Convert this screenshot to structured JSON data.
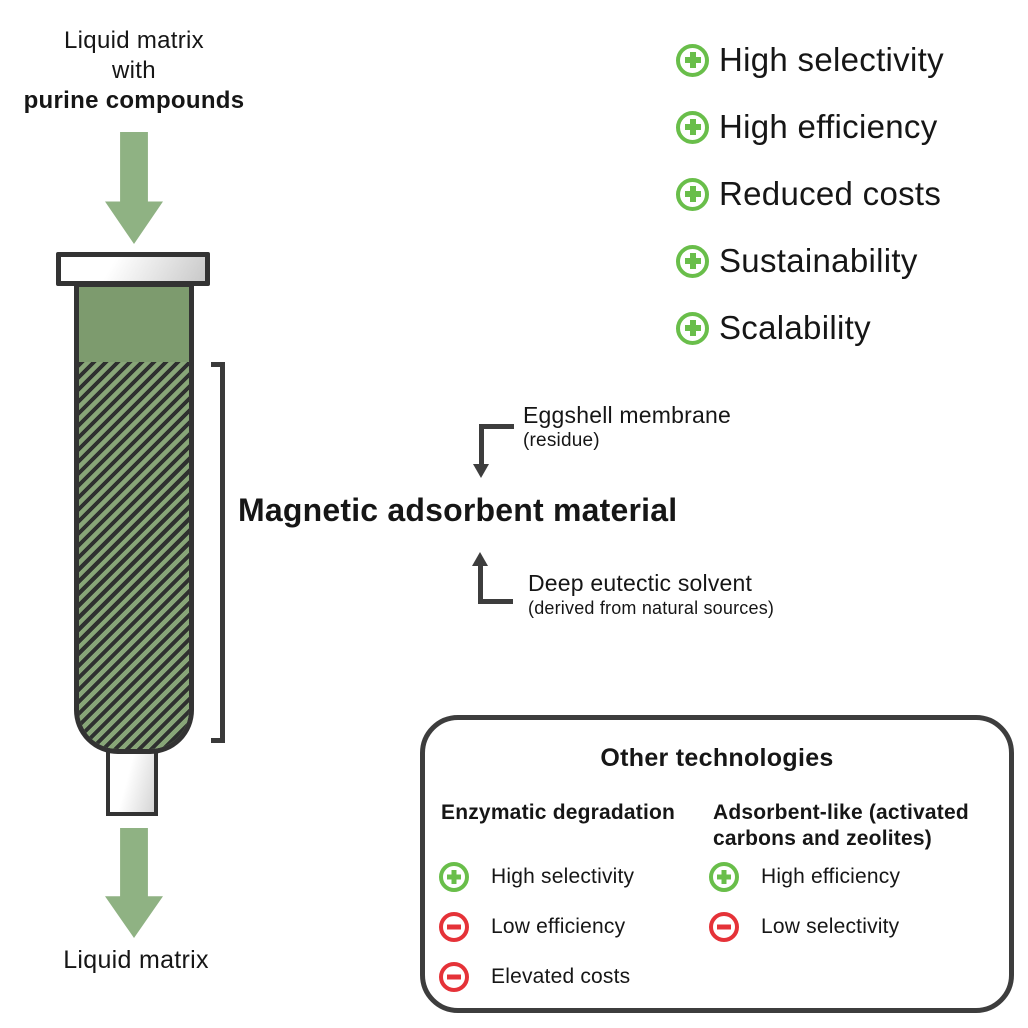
{
  "flow": {
    "input_line1": "Liquid matrix",
    "input_line2": "with",
    "input_line3": "purine compounds",
    "output_label": "Liquid matrix"
  },
  "column": {
    "label": "Magnetic adsorbent material",
    "component_top": {
      "name": "Eggshell membrane",
      "note": "(residue)"
    },
    "component_bottom": {
      "name": "Deep eutectic solvent",
      "note": "(derived from natural sources)"
    }
  },
  "benefits": [
    {
      "icon": "plus-icon",
      "label": "High selectivity"
    },
    {
      "icon": "plus-icon",
      "label": "High efficiency"
    },
    {
      "icon": "plus-icon",
      "label": "Reduced costs"
    },
    {
      "icon": "plus-icon",
      "label": "Sustainability"
    },
    {
      "icon": "plus-icon",
      "label": "Scalability"
    }
  ],
  "other_technologies": {
    "title": "Other technologies",
    "columns": [
      {
        "header": "Enzymatic degradation",
        "items": [
          {
            "icon": "plus-icon",
            "label": "High selectivity"
          },
          {
            "icon": "minus-icon",
            "label": "Low efficiency"
          },
          {
            "icon": "minus-icon",
            "label": "Elevated costs"
          }
        ]
      },
      {
        "header": "Adsorbent-like (activated carbons and zeolites)",
        "items": [
          {
            "icon": "plus-icon",
            "label": "High efficiency"
          },
          {
            "icon": "minus-icon",
            "label": "Low selectivity"
          }
        ]
      }
    ]
  },
  "colors": {
    "flow_arrow_green": "#8FB283",
    "column_green": "#7D9B6E",
    "hatch_dark": "#2E302F",
    "positive_green": "#69BE4A",
    "negative_red": "#E53238",
    "outline_dark": "#333333"
  }
}
